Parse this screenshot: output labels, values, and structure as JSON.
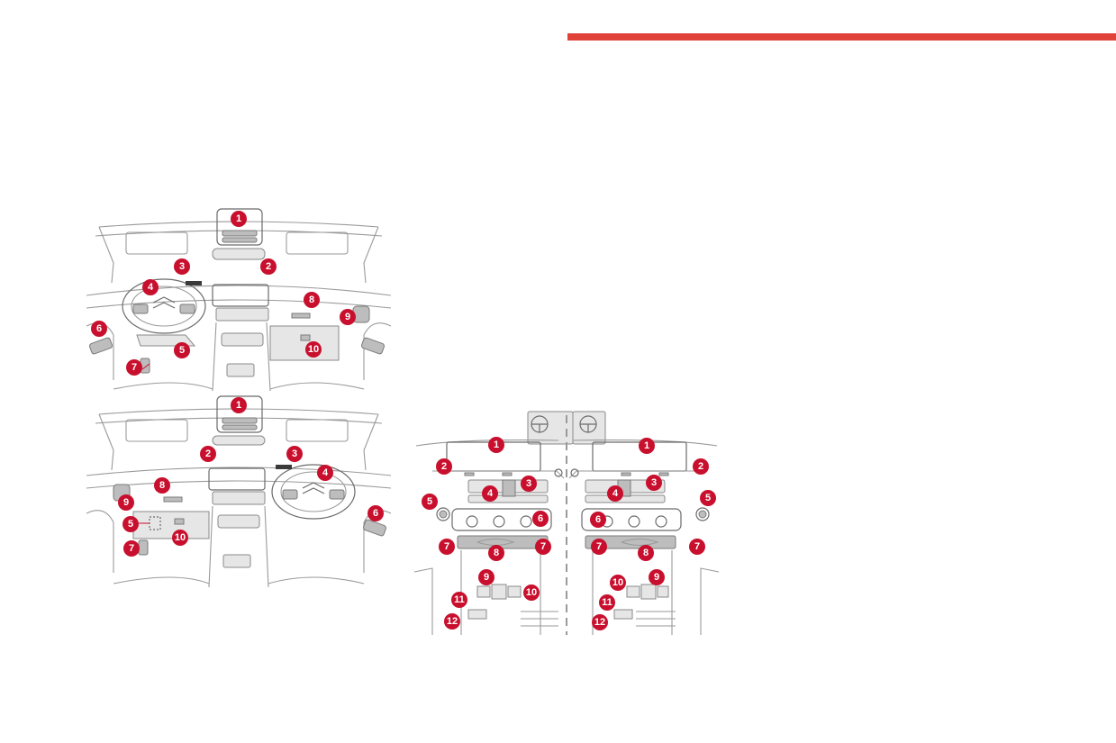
{
  "accent_color": "#e0423a",
  "callout_color": "#c8102e",
  "diagrams": {
    "lhd": {
      "callouts": [
        "1",
        "2",
        "3",
        "4",
        "5",
        "6",
        "7",
        "8",
        "9",
        "10"
      ]
    },
    "rhd": {
      "callouts": [
        "1",
        "2",
        "3",
        "4",
        "5",
        "6",
        "7",
        "8",
        "9",
        "10"
      ]
    },
    "console": {
      "left_callouts": [
        "1",
        "2",
        "3",
        "4",
        "5",
        "6",
        "7",
        "7",
        "8",
        "9",
        "10",
        "11",
        "12"
      ],
      "right_callouts": [
        "1",
        "2",
        "3",
        "4",
        "5",
        "6",
        "7",
        "7",
        "8",
        "9",
        "10",
        "11",
        "12"
      ],
      "icons": [
        "steering-wheel-icon",
        "steering-wheel-icon"
      ]
    }
  }
}
